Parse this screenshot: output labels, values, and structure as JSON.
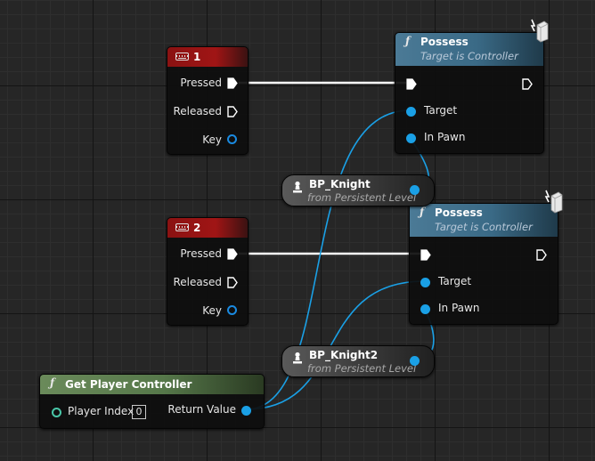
{
  "colors": {
    "exec_wire": "#ffffff",
    "object_wire": "#1aa0e6",
    "input_event_header": "#a01515",
    "function_header": "#4b7a96",
    "pure_function_header": "#6a8a5a"
  },
  "nodes": {
    "key1": {
      "title": "1",
      "icon": "keyboard-icon",
      "pins": {
        "pressed": "Pressed",
        "released": "Released",
        "key": "Key"
      }
    },
    "key2": {
      "title": "2",
      "icon": "keyboard-icon",
      "pins": {
        "pressed": "Pressed",
        "released": "Released",
        "key": "Key"
      }
    },
    "possess1": {
      "fn_icon": "ƒ",
      "title": "Possess",
      "subtitle": "Target is Controller",
      "icon": "network-server-icon",
      "pins": {
        "target": "Target",
        "in_pawn": "In Pawn"
      }
    },
    "possess2": {
      "fn_icon": "ƒ",
      "title": "Possess",
      "subtitle": "Target is Controller",
      "icon": "network-server-icon",
      "pins": {
        "target": "Target",
        "in_pawn": "In Pawn"
      }
    },
    "knight1": {
      "name": "BP_Knight",
      "subtitle": "from Persistent Level",
      "icon": "pawn-icon"
    },
    "knight2": {
      "name": "BP_Knight2",
      "subtitle": "from Persistent Level",
      "icon": "pawn-icon"
    },
    "get_controller": {
      "fn_icon": "ƒ",
      "title": "Get Player Controller",
      "pins": {
        "player_index": "Player Index",
        "player_index_value": "0",
        "return_value": "Return Value"
      }
    }
  }
}
